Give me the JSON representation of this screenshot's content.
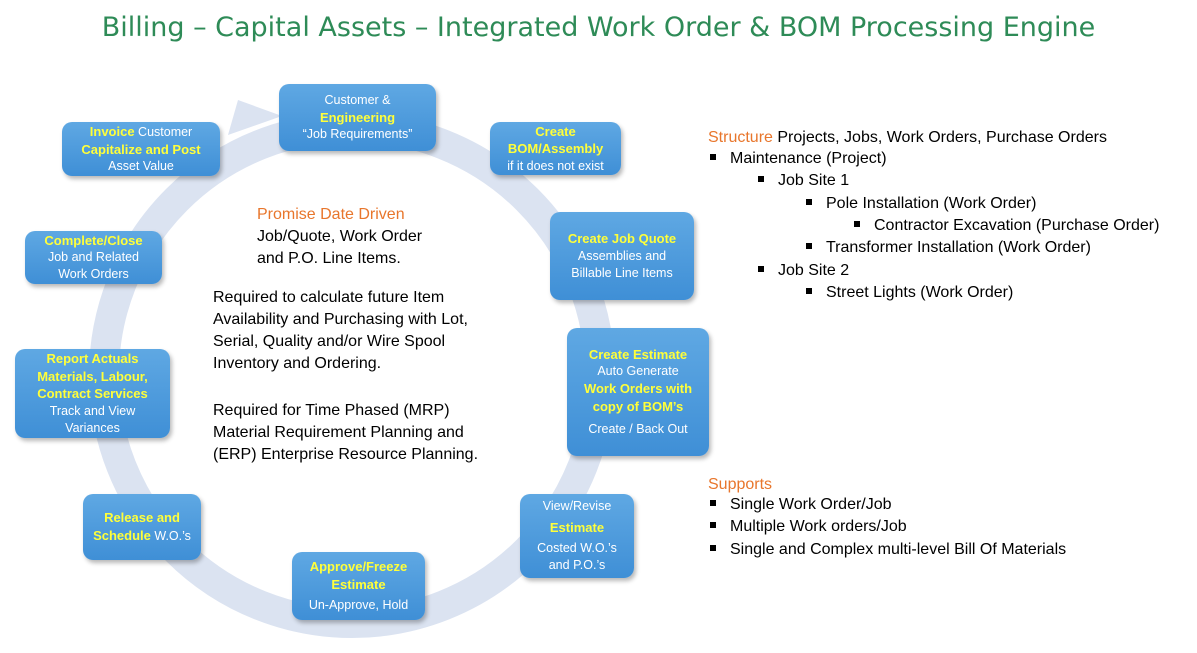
{
  "title": "Billing – Capital Assets – Integrated Work Order & BOM Processing Engine",
  "cycle": {
    "customer": {
      "l1": "Customer &",
      "l2": "Engineering",
      "l3": "“Job Requirements”"
    },
    "create_bom": {
      "l1": "Create",
      "l2": "BOM/Assembly",
      "l3": "if it does not exist"
    },
    "job_quote": {
      "l1": "Create Job Quote",
      "l2": "Assemblies and",
      "l3": "Billable Line Items"
    },
    "estimate": {
      "l1": "Create Estimate",
      "l2": "Auto Generate",
      "l3": "Work Orders with",
      "l4": "copy of BOM’s",
      "l5": "Create / Back Out"
    },
    "view_revise": {
      "l1": "View/Revise",
      "l2": "Estimate",
      "l3": "Costed W.O.’s",
      "l4": "and P.O.’s"
    },
    "approve": {
      "l1": "Approve/Freeze",
      "l2": "Estimate",
      "l3": "Un-Approve, Hold"
    },
    "release": {
      "l1": "Release and",
      "l2a": "Schedule",
      "l2b": " W.O.’s"
    },
    "report": {
      "l1": "Report Actuals",
      "l2": "Materials, Labour,",
      "l3": "Contract Services",
      "l4": "Track and View",
      "l5": "Variances"
    },
    "complete": {
      "l1": "Complete/Close",
      "l2": "Job and Related",
      "l3": "Work Orders"
    },
    "invoice": {
      "l1a": "Invoice",
      "l1b": " Customer",
      "l2": "Capitalize and Post",
      "l3": "Asset Value"
    }
  },
  "center": {
    "heading": "Promise Date Driven",
    "p1_l1": "Job/Quote, Work Order",
    "p1_l2": "and P.O. Line Items.",
    "p2_l1": "Required to calculate future Item",
    "p2_l2": "Availability and Purchasing with Lot,",
    "p2_l3": "Serial, Quality and/or Wire Spool",
    "p2_l4": "Inventory and Ordering.",
    "p3_l1": "Required for Time Phased (MRP)",
    "p3_l2": "Material Requirement Planning and",
    "p3_l3": "(ERP) Enterprise Resource Planning."
  },
  "structure": {
    "label": "Structure",
    "rest": " Projects, Jobs, Work Orders, Purchase Orders",
    "items": [
      "Maintenance (Project)",
      "Job Site 1",
      "Pole Installation (Work Order)",
      "Contractor Excavation (Purchase Order)",
      "Transformer Installation (Work Order)",
      "Job Site 2",
      "Street Lights (Work Order)"
    ]
  },
  "supports": {
    "label": "Supports",
    "items": [
      "Single Work Order/Job",
      "Multiple Work orders/Job",
      "Single and Complex multi-level Bill Of Materials"
    ]
  },
  "colors": {
    "title": "#2e8b57",
    "box": "#4a9bdc",
    "highlight": "#ffff3a",
    "accent": "#e8762c",
    "ring": "#dbe3f1"
  }
}
